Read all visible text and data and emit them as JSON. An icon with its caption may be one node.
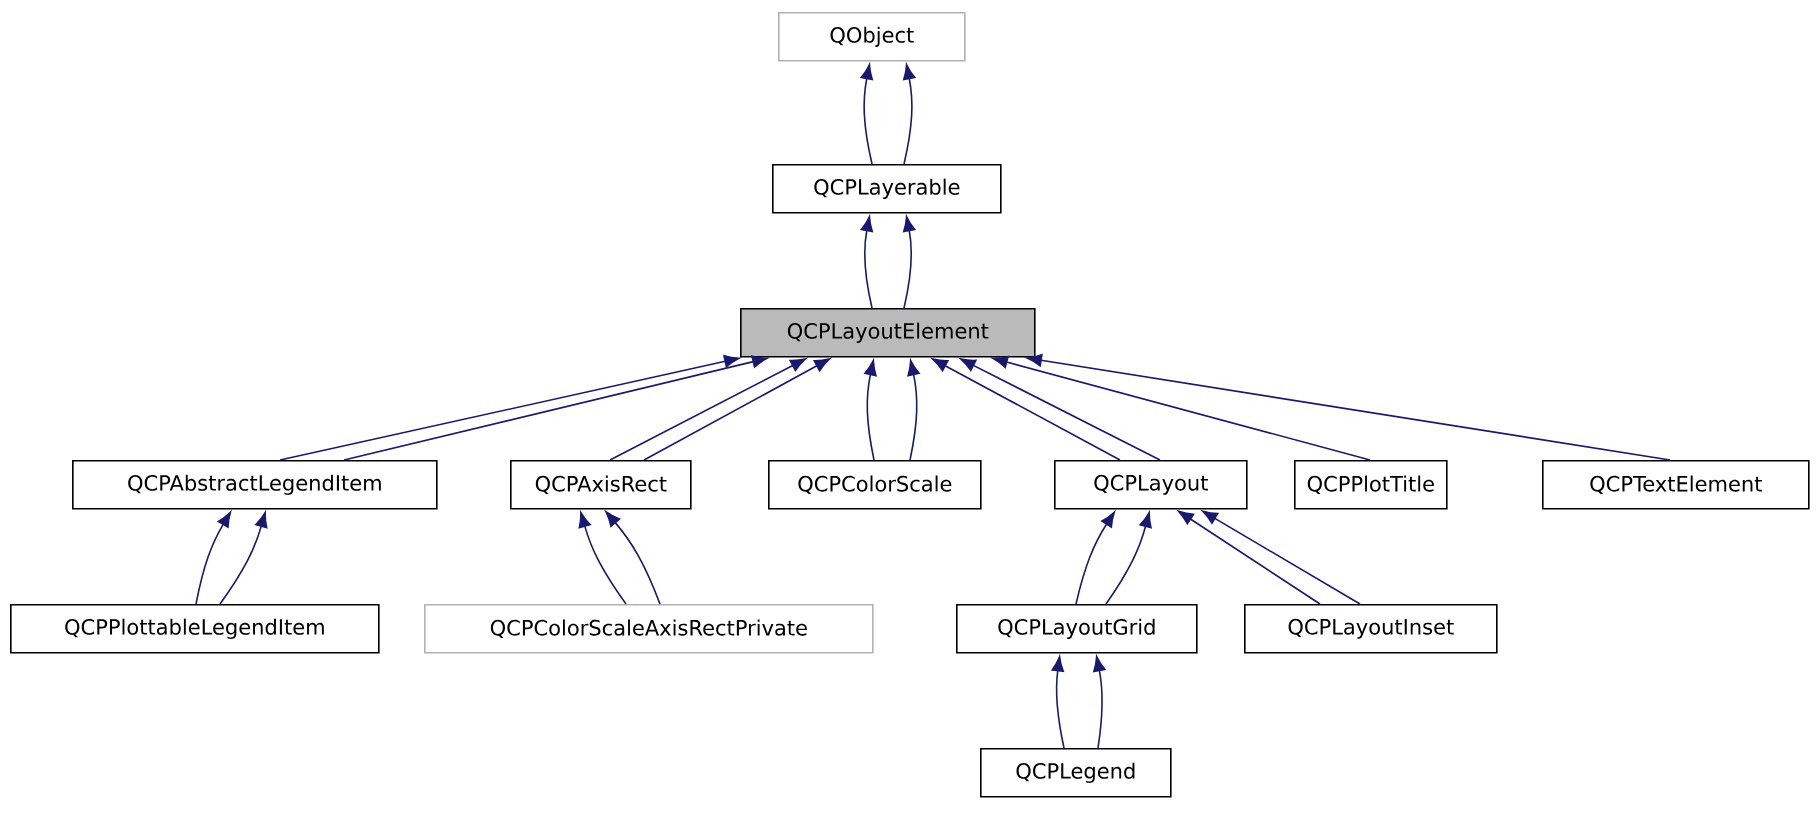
{
  "diagram": {
    "nodes": [
      {
        "text": [
          "QObject"
        ]
      },
      {
        "text": [
          "QCPLayerable"
        ]
      },
      {
        "text": [
          "QCPLayoutElement"
        ]
      },
      {
        "text": [
          "QCPAbstractLegendItem"
        ]
      },
      {
        "text": [
          "QCPAxisRect"
        ]
      },
      {
        "text": [
          "QCPColorScale"
        ]
      },
      {
        "text": [
          "QCPLayout"
        ]
      },
      {
        "text": [
          "QCPPlotTitle"
        ]
      },
      {
        "text": [
          "QCPTextElement"
        ]
      },
      {
        "text": [
          "QCPPlottableLegendItem"
        ]
      },
      {
        "text": [
          "QCPColorScaleAxisRectPrivate"
        ]
      },
      {
        "text": [
          "QCPLayoutGrid"
        ]
      },
      {
        "text": [
          "QCPLayoutInset"
        ]
      },
      {
        "text": [
          "QCPLegend"
        ]
      }
    ],
    "edges": [
      {
        "from": 1,
        "to": 0,
        "arrow": "to"
      },
      {
        "from": 1,
        "to": 0,
        "arrow": "to"
      },
      {
        "from": 2,
        "to": 1,
        "arrow": "to"
      },
      {
        "from": 2,
        "to": 1,
        "arrow": "to"
      },
      {
        "from": 3,
        "to": 2,
        "arrow": "to"
      },
      {
        "from": 3,
        "to": 2,
        "arrow": "to"
      },
      {
        "from": 4,
        "to": 2,
        "arrow": "to"
      },
      {
        "from": 4,
        "to": 2,
        "arrow": "to"
      },
      {
        "from": 5,
        "to": 2,
        "arrow": "to"
      },
      {
        "from": 5,
        "to": 2,
        "arrow": "to"
      },
      {
        "from": 6,
        "to": 2,
        "arrow": "to"
      },
      {
        "from": 6,
        "to": 2,
        "arrow": "to"
      },
      {
        "from": 7,
        "to": 2,
        "arrow": "to"
      },
      {
        "from": 8,
        "to": 2,
        "arrow": "to"
      },
      {
        "from": 9,
        "to": 3,
        "arrow": "to"
      },
      {
        "from": 9,
        "to": 3,
        "arrow": "to"
      },
      {
        "from": 10,
        "to": 4,
        "arrow": "to"
      },
      {
        "from": 10,
        "to": 4,
        "arrow": "to"
      },
      {
        "from": 11,
        "to": 6,
        "arrow": "to"
      },
      {
        "from": 11,
        "to": 6,
        "arrow": "to"
      },
      {
        "from": 12,
        "to": 6,
        "arrow": "to"
      },
      {
        "from": 12,
        "to": 6,
        "arrow": "to"
      },
      {
        "from": 13,
        "to": 11,
        "arrow": "to"
      },
      {
        "from": 13,
        "to": 11,
        "arrow": "to"
      }
    ]
  }
}
